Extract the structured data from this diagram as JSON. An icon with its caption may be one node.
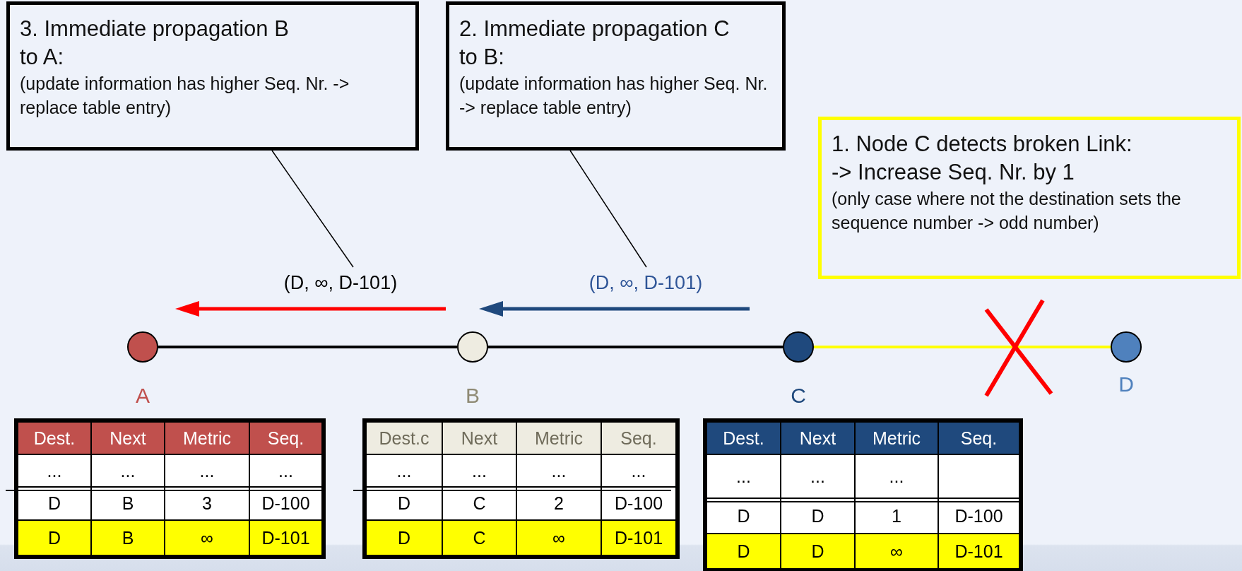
{
  "diagram": {
    "nodes": [
      {
        "text": [
          "3. Immediate propagation B to A:",
          "(update information has higher Seq. Nr. -> replace table entry)"
        ]
      },
      {
        "text": [
          "2. Immediate propagation C to B:",
          "(update information has higher Seq. Nr. -> replace table entry)"
        ]
      },
      {
        "text": [
          "1. Node C detects broken Link:",
          "-> Increase Seq. Nr. by 1",
          "(only case where not the destination sets the sequence number -> odd number)"
        ]
      },
      {
        "text": [
          "(D, ∞, D-101)"
        ]
      },
      {
        "text": [
          "(D, ∞, D-101)"
        ]
      },
      {
        "text": [
          "A"
        ]
      },
      {
        "text": [
          "B"
        ]
      },
      {
        "text": [
          "C"
        ]
      },
      {
        "text": [
          "D"
        ]
      }
    ],
    "edges": [
      {
        "from": 0,
        "to": 3,
        "arrow": "none"
      },
      {
        "from": 1,
        "to": 4,
        "arrow": "none"
      },
      {
        "from": 5,
        "to": 6,
        "arrow": "none"
      },
      {
        "from": 6,
        "to": 7,
        "arrow": "none"
      },
      {
        "from": 7,
        "to": 8,
        "arrow": "none",
        "color": "#ffff00"
      }
    ],
    "labels": [
      "Dest.",
      "Next",
      "Metric",
      "Seq.",
      "...",
      "...",
      "...",
      "...",
      "D",
      "B",
      "3",
      "D-100",
      "D",
      "B",
      "∞",
      "D-101",
      "Dest.c",
      "Next",
      "Metric",
      "Seq.",
      "...",
      "...",
      "...",
      "...",
      "D",
      "C",
      "2",
      "D-100",
      "D",
      "C",
      "∞",
      "D-101",
      "Dest.",
      "Next",
      "Metric",
      "Seq.",
      "...",
      "...",
      "...",
      "D",
      "D",
      "1",
      "D-100",
      "D",
      "D",
      "∞",
      "D-101"
    ]
  }
}
